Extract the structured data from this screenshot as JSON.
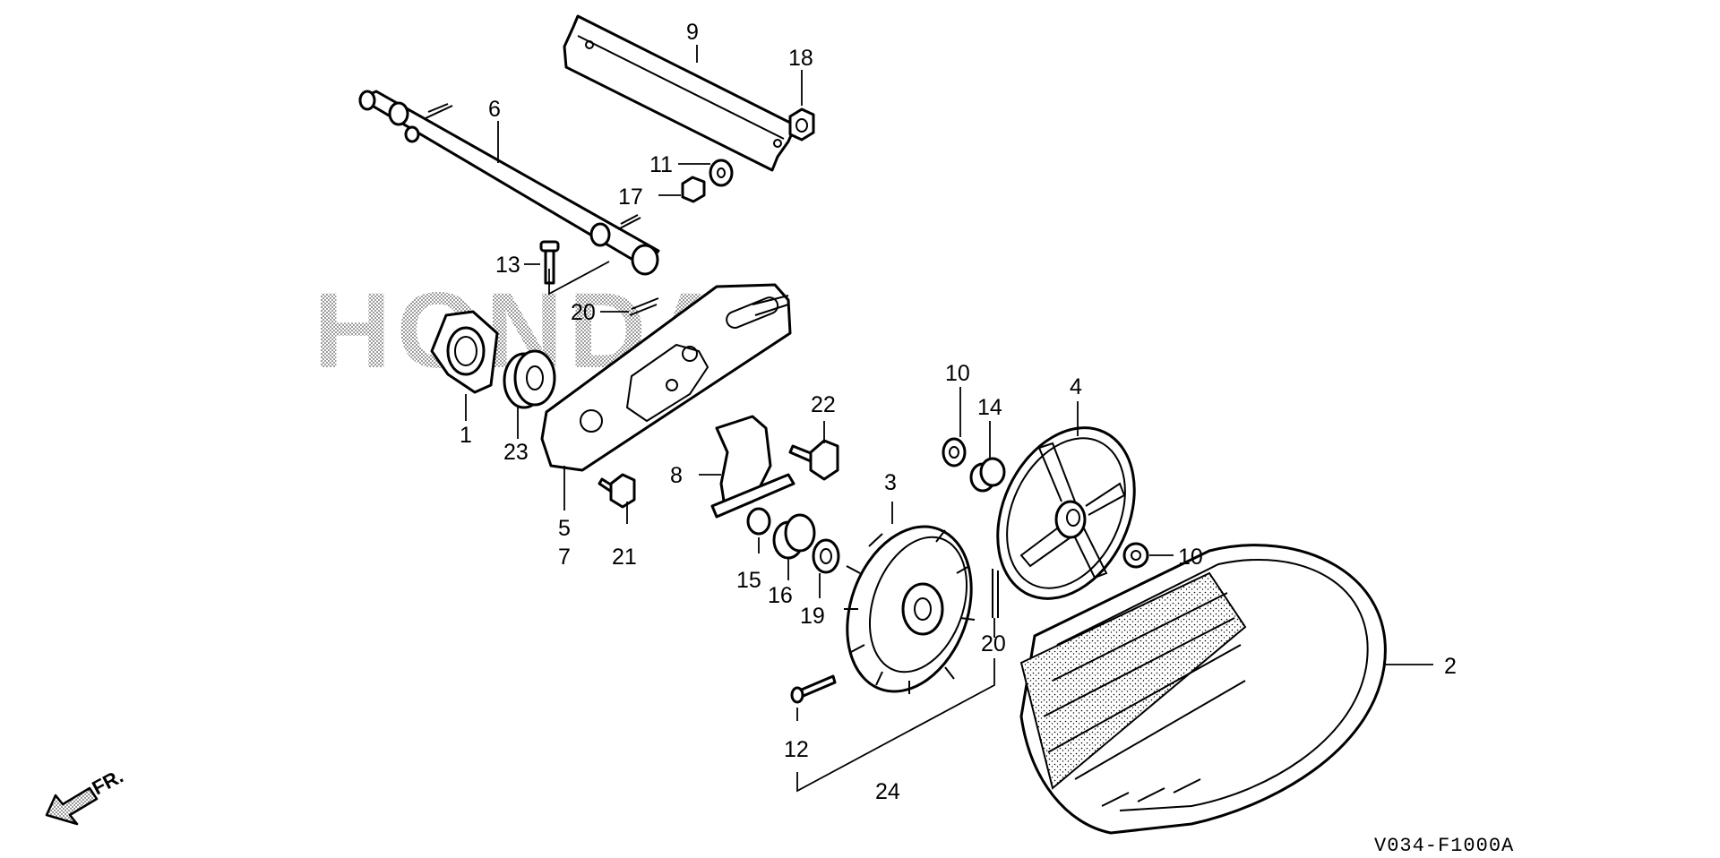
{
  "watermark": "HONDA",
  "front_indicator": "FR.",
  "diagram_code": "V034-F1000A",
  "labels": {
    "p1": "1",
    "p2": "2",
    "p3": "3",
    "p4": "4",
    "p5": "5",
    "p6": "6",
    "p7": "7",
    "p8": "8",
    "p9": "9",
    "p10a": "10",
    "p10b": "10",
    "p11": "11",
    "p12": "12",
    "p13": "13",
    "p14": "14",
    "p15": "15",
    "p16": "16",
    "p17": "17",
    "p18": "18",
    "p19": "19",
    "p20a": "20",
    "p20b": "20",
    "p21": "21",
    "p22": "22",
    "p23": "23",
    "p24": "24"
  }
}
